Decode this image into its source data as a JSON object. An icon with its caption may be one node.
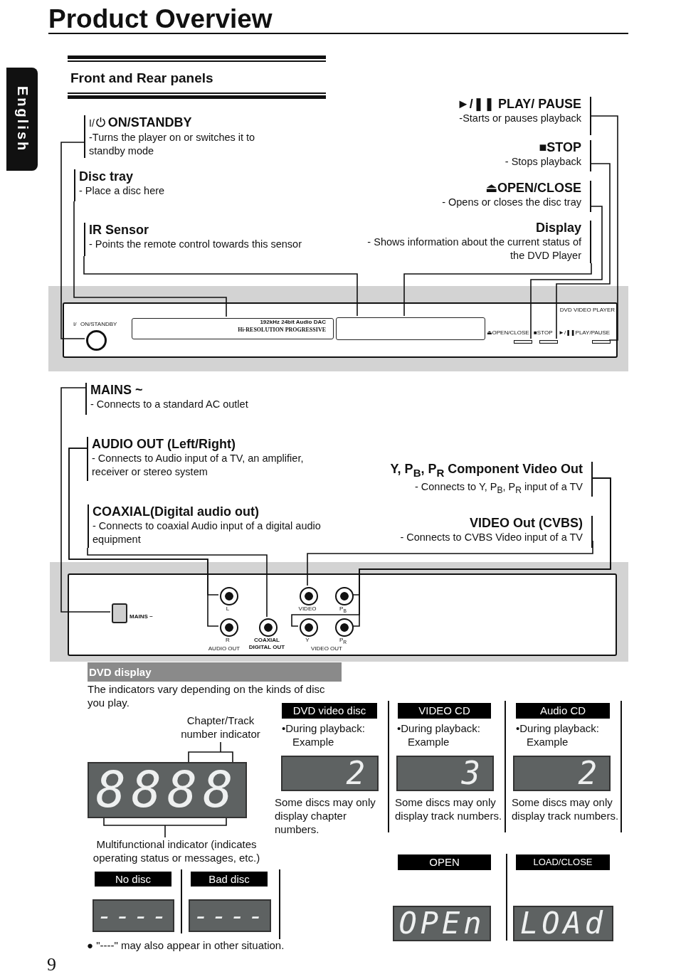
{
  "diagram": {
    "title": "Product Overview",
    "nodes": [
      {
        "text": [
          "English"
        ]
      },
      {
        "text": [
          "I/",
          "ON/STANDBY",
          "-Turns the player on or switches it to standby mode"
        ]
      },
      {
        "text": [
          "Disc tray",
          "- Place a disc here"
        ]
      },
      {
        "text": [
          "IR Sensor",
          "- Points the remote control towards this sensor"
        ]
      },
      {
        "text": [
          "►/❚❚ PLAY/ PAUSE",
          "-Starts or pauses playback"
        ]
      },
      {
        "text": [
          "■STOP",
          "- Stops playback"
        ]
      },
      {
        "text": [
          "⏏OPEN/CLOSE",
          "- Opens or closes the disc tray"
        ]
      },
      {
        "text": [
          "Display",
          "- Shows information about the current status of the DVD Player"
        ]
      },
      {
        "text": [],
        "shape": "box"
      },
      {
        "text": [],
        "shape": "circle",
        "in": 8
      },
      {
        "text": [],
        "shape": "box",
        "in": 8
      },
      {
        "text": [],
        "shape": "box",
        "in": 8
      },
      {
        "text": [],
        "shape": "bar",
        "in": 8
      },
      {
        "text": [],
        "shape": "bar",
        "in": 8
      },
      {
        "text": [],
        "shape": "bar",
        "in": 8
      },
      {
        "text": [
          "MAINS ~",
          "- Connects to a standard AC outlet"
        ]
      },
      {
        "text": [
          "AUDIO OUT (Left/Right)",
          "- Connects to Audio input of a TV, an amplifier, receiver or stereo system"
        ]
      },
      {
        "text": [
          "Y, P$_{B}$, P$_{R}$ Component Video Out",
          "- Connects to Y, P$_{B}$, P$_{R}$ input of a TV"
        ]
      },
      {
        "text": [
          "COAXIAL(Digital audio out)",
          "- Connects to coaxial Audio input of a digital audio equipment"
        ]
      },
      {
        "text": [
          "VIDEO Out (CVBS)",
          "- Connects to CVBS Video input of a TV"
        ]
      },
      {
        "text": [],
        "shape": "box"
      },
      {
        "text": [],
        "shape": "box",
        "in": 20
      },
      {
        "text": [],
        "shape": "circle",
        "in": 20
      },
      {
        "text": [],
        "shape": "circle",
        "in": 20
      },
      {
        "text": [],
        "shape": "circle",
        "in": 20
      },
      {
        "text": [],
        "shape": "circle",
        "in": 20
      },
      {
        "text": [],
        "shape": "circle",
        "in": 20
      },
      {
        "text": [],
        "shape": "circle",
        "in": 20
      },
      {
        "text": [],
        "shape": "circle",
        "in": 20
      },
      {
        "text": [
          "DVD display"
        ]
      },
      {
        "text": [
          "Chapter/Track number indicator"
        ]
      },
      {
        "text": [
          "8888"
        ]
      },
      {
        "text": [
          "Multifunctional indicator (indicates operating status or messages, etc.)"
        ]
      },
      {
        "text": [
          "No disc"
        ]
      },
      {
        "text": [
          "Bad disc"
        ]
      },
      {
        "text": [
          "----"
        ]
      },
      {
        "text": [
          "----"
        ]
      },
      {
        "text": [
          "DVD video disc"
        ]
      },
      {
        "text": [
          "2"
        ]
      },
      {
        "text": [
          "VIDEO CD"
        ]
      },
      {
        "text": [
          "3"
        ]
      },
      {
        "text": [
          "Audio CD"
        ]
      },
      {
        "text": [
          "2"
        ]
      },
      {
        "text": [
          "OPEN"
        ]
      },
      {
        "text": [
          "LOAD/CLOSE"
        ]
      },
      {
        "text": [
          "OPEn"
        ]
      },
      {
        "text": [
          "LOAd"
        ]
      }
    ],
    "edges": [
      {
        "from": 1,
        "to": 9,
        "arrow": "none"
      },
      {
        "from": 2,
        "to": 10,
        "arrow": "none"
      },
      {
        "from": 3,
        "to": 11,
        "arrow": "none"
      },
      {
        "from": 7,
        "to": 11,
        "arrow": "none"
      },
      {
        "from": 4,
        "to": 14,
        "arrow": "none"
      },
      {
        "from": 5,
        "to": 13,
        "arrow": "none"
      },
      {
        "from": 6,
        "to": 12,
        "arrow": "none"
      },
      {
        "from": 15,
        "to": 21,
        "arrow": "none"
      },
      {
        "from": 16,
        "to": 22,
        "arrow": "none"
      },
      {
        "from": 16,
        "to": 23,
        "arrow": "none"
      },
      {
        "from": 18,
        "to": 24,
        "arrow": "none"
      },
      {
        "from": 17,
        "to": 27,
        "arrow": "none"
      },
      {
        "from": 17,
        "to": 26,
        "arrow": "none"
      },
      {
        "from": 17,
        "to": 28,
        "arrow": "none"
      },
      {
        "from": 19,
        "to": 25,
        "arrow": "none"
      },
      {
        "from": 30,
        "to": 31,
        "arrow": "none"
      },
      {
        "from": 32,
        "to": 31,
        "arrow": "none"
      }
    ],
    "labels": [
      "Front and Rear panels",
      "I/",
      "ON/STANDBY",
      "192kHz 24bit Audio DAC",
      "Hi-RESOLUTION PROGRESSIVE",
      "DVD VIDEO PLAYER",
      "⏏OPEN/CLOSE",
      "■STOP",
      "►/❚❚PLAY/PAUSE",
      "MAINS ~",
      "L",
      "VIDEO",
      "P$_{B}$",
      "R",
      "COAXIAL DIGITAL OUT",
      "Y",
      "P$_{R}$",
      "AUDIO OUT",
      "VIDEO OUT",
      "The indicators vary depending on the kinds of disc you play.",
      "•During playback: Example",
      "•During playback: Example",
      "•During playback: Example",
      "Some discs may only display chapter numbers.",
      "Some discs may only display track numbers.",
      "Some discs may only display track numbers.",
      "● \"----\" may also appear in other situation.",
      "9"
    ]
  }
}
